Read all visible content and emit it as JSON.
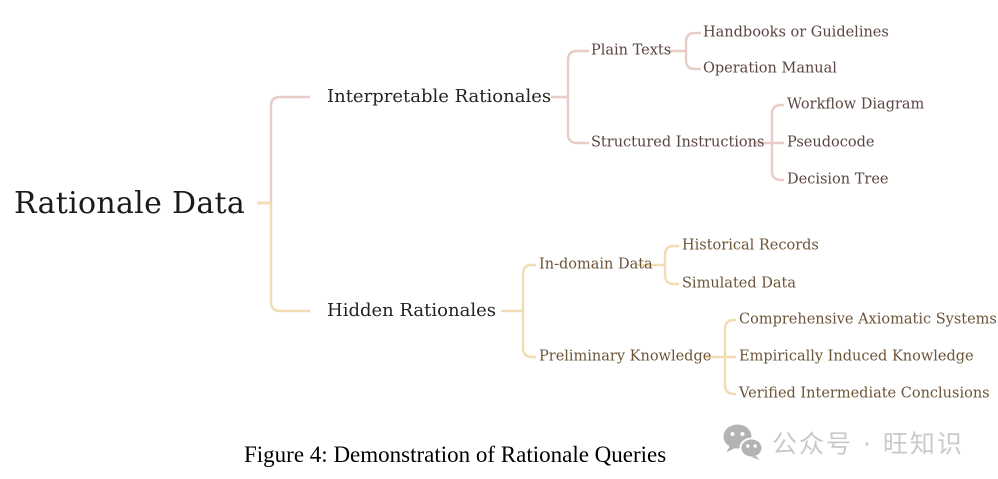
{
  "figure": {
    "caption": "Figure 4: Demonstration of Rationale Queries"
  },
  "watermark": {
    "icon": "wechat-icon",
    "text": "公众号 · 旺知识"
  },
  "colors": {
    "interpretable_line": "#e8cdc7",
    "hidden_line": "#f2dcb3",
    "interpretable_text": "#5a4540",
    "hidden_text": "#6b5336",
    "level1_text": "#262222",
    "root_text": "#1d1a1a",
    "watermark_icon": "#b3b3b3",
    "watermark_text": "#c9c9c9"
  },
  "tree": {
    "root": {
      "label": "Rationale Data"
    },
    "branches": [
      {
        "label": "Interpretable Rationales",
        "children": [
          {
            "label": "Plain Texts",
            "children": [
              {
                "label": "Handbooks or Guidelines"
              },
              {
                "label": "Operation Manual"
              }
            ]
          },
          {
            "label": "Structured Instructions",
            "children": [
              {
                "label": "Workflow Diagram"
              },
              {
                "label": "Pseudocode"
              },
              {
                "label": "Decision Tree"
              }
            ]
          }
        ]
      },
      {
        "label": "Hidden Rationales",
        "children": [
          {
            "label": "In-domain Data",
            "children": [
              {
                "label": "Historical Records"
              },
              {
                "label": "Simulated Data"
              }
            ]
          },
          {
            "label": "Preliminary Knowledge",
            "children": [
              {
                "label": "Comprehensive Axiomatic Systems"
              },
              {
                "label": "Empirically Induced Knowledge"
              },
              {
                "label": "Verified Intermediate Conclusions"
              }
            ]
          }
        ]
      }
    ]
  }
}
